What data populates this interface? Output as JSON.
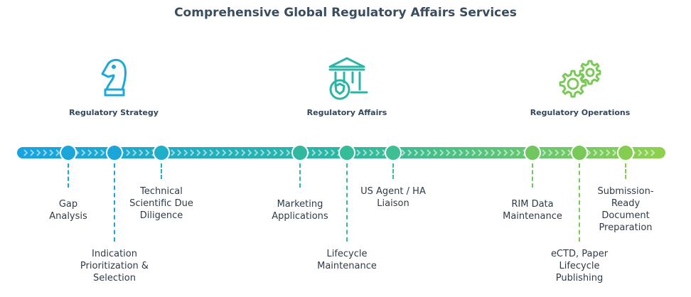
{
  "title": "Comprehensive Global Regulatory Affairs Services",
  "categories": [
    {
      "label": "Regulatory Strategy",
      "icon": "chess-knight-icon",
      "color": "#1ba9d9"
    },
    {
      "label": "Regulatory Affairs",
      "icon": "government-building-shield-icon",
      "color": "#2bb5a6"
    },
    {
      "label": "Regulatory Operations",
      "icon": "gears-icon",
      "color": "#7cc95a"
    }
  ],
  "milestones": [
    {
      "label": "Gap\nAnalysis",
      "color": "#1ba6db"
    },
    {
      "label": "Indication\nPrioritization &\nSelection",
      "color": "#1ba6db"
    },
    {
      "label": "Technical\nScientific Due\nDiligence",
      "color": "#1fb0c9"
    },
    {
      "label": "Marketing\nApplications",
      "color": "#33b8a0"
    },
    {
      "label": "Lifecycle\nMaintenance",
      "color": "#34bd98"
    },
    {
      "label": "US Agent / HA\nLiaison",
      "color": "#3dbf93"
    },
    {
      "label": "RIM Data\nMaintenance",
      "color": "#70c65f"
    },
    {
      "label": "eCTD, Paper\nLifecycle\nPublishing",
      "color": "#79c958"
    },
    {
      "label": "Submission-\nReady\nDocument\nPreparation",
      "color": "#85cd4f"
    }
  ],
  "gradient": {
    "start": "#17a3e0",
    "mid": "#2bb7a2",
    "end": "#8fd14d"
  }
}
